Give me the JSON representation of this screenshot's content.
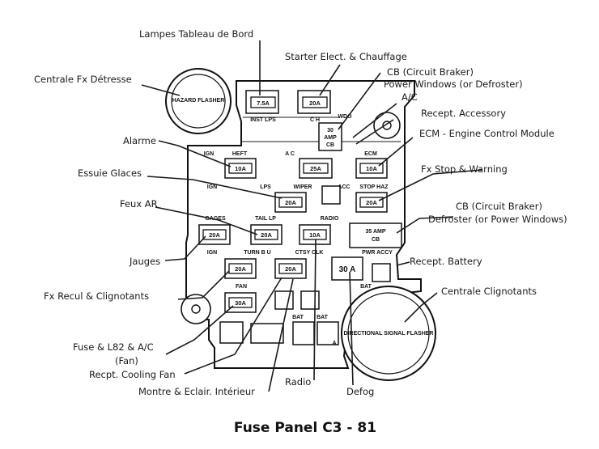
{
  "diagram": {
    "title": "Fuse Panel C3 - 81",
    "callouts": [
      {
        "id": "lampes",
        "text": "Lampes Tableau de Bord"
      },
      {
        "id": "starter",
        "text": "Starter Elect. & Chauffage"
      },
      {
        "id": "detresse",
        "text": "Centrale Fx Détresse"
      },
      {
        "id": "cb1a",
        "text": "CB (Circuit Braker)"
      },
      {
        "id": "cb1b",
        "text": "Power Windows (or Defroster)"
      },
      {
        "id": "ac",
        "text": "A/C"
      },
      {
        "id": "recept_acc",
        "text": "Recept. Accessory"
      },
      {
        "id": "alarme",
        "text": "Alarme"
      },
      {
        "id": "ecm",
        "text": "ECM - Engine Control Module"
      },
      {
        "id": "essuie",
        "text": "Essuie Glaces"
      },
      {
        "id": "fxstop",
        "text": "Fx Stop & Warning"
      },
      {
        "id": "feux",
        "text": "Feux AR"
      },
      {
        "id": "cb2a",
        "text": "CB (Circuit Braker)"
      },
      {
        "id": "cb2b",
        "text": "Defroster (or Power Windows)"
      },
      {
        "id": "jauges",
        "text": "Jauges"
      },
      {
        "id": "battery",
        "text": "Recept. Battery"
      },
      {
        "id": "recul",
        "text": "Fx Recul & Clignotants"
      },
      {
        "id": "clignotants",
        "text": "Centrale Clignotants"
      },
      {
        "id": "fusel82a",
        "text": "Fuse & L82 & A/C"
      },
      {
        "id": "fusel82b",
        "text": "(Fan)"
      },
      {
        "id": "cooling",
        "text": "Recpt. Cooling Fan"
      },
      {
        "id": "radio",
        "text": "Radio"
      },
      {
        "id": "montre",
        "text": "Montre & Eclair. Intérieur"
      },
      {
        "id": "defog",
        "text": "Defog"
      }
    ],
    "panel": {
      "hazard": "HAZARD FLASHER",
      "directional": "DIRECTIONAL SIGNAL FLASHER",
      "slots": {
        "inst_lps": "INST LPS",
        "ch": "C H",
        "wdo": "WDO",
        "ign1": "IGN",
        "heft": "HEFT",
        "ac_slot": "A C",
        "ecm_slot": "ECM",
        "ign2": "IGN",
        "lps": "LPS",
        "wiper": "WIPER",
        "acc": "ACC",
        "stop_haz": "STOP HAZ",
        "gages": "GAGES",
        "tail_lp": "TAIL LP",
        "radio_slot": "RADIO",
        "ign3": "IGN",
        "turn_bu": "TURN B U",
        "ctsy_clk": "CTSY CLK",
        "pwr_accy": "PWR ACCY",
        "fan": "FAN",
        "bat1": "BAT",
        "bat2": "BAT",
        "bat3": "BAT",
        "a_mark": "A"
      },
      "fuses": {
        "f1": "7.5A",
        "f2": "20A",
        "f3": "10A",
        "f4": "25A",
        "f5": "10A",
        "f6": "20A",
        "f7": "20A",
        "f8": "20A",
        "f9": "20A",
        "f10": "10A",
        "f11": "20A",
        "f12": "20A",
        "f13": "30A",
        "cb30a": "30",
        "cb30b": "AMP",
        "cb30c": "CB",
        "cb35a": "35 AMP",
        "cb35b": "CB",
        "big30": "30 A"
      }
    }
  }
}
